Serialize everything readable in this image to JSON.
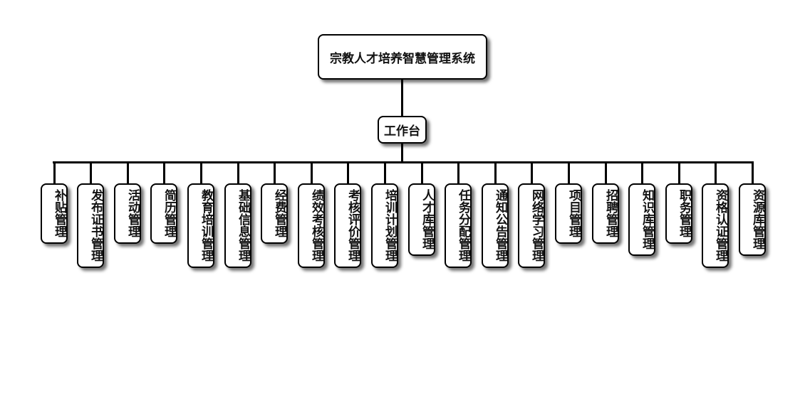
{
  "org_chart": {
    "root": "宗教人才培养智慧管理系统",
    "hub": "工作台",
    "modules": [
      "补贴管理",
      "发布证书管理",
      "活动管理",
      "简历管理",
      "教育培训管理",
      "基础信息管理",
      "经费管理",
      "绩效考核管理",
      "考核评价管理",
      "培训计划管理",
      "人才库管理",
      "任务分配管理",
      "通知公告管理",
      "网络学习管理",
      "项目管理",
      "招聘管理",
      "知识库管理",
      "职务管理",
      "资格认证管理",
      "资源库管理"
    ]
  },
  "colors": {
    "line": "#000000",
    "box_border": "#000000",
    "box_fill": "#ffffff",
    "text": "#111111"
  }
}
